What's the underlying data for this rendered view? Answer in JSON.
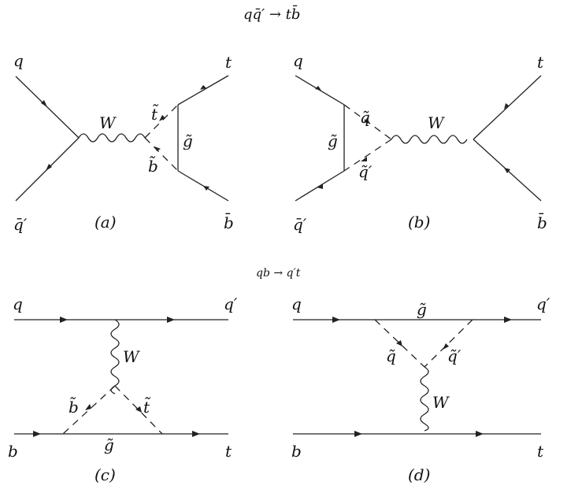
{
  "titles": {
    "top": "qq̄′ → tb̄",
    "bottom": "qb → q′t"
  },
  "diagram_a": {
    "caption": "(a)",
    "q": "q",
    "qbarprime": "q̄′",
    "W": "W",
    "stilde": "t̃",
    "sbtilde": "b̃",
    "gluino": "g̃",
    "t": "t",
    "bbar": "b̄"
  },
  "diagram_b": {
    "caption": "(b)",
    "q": "q",
    "qbarprime": "q̄′",
    "gluino": "g̃",
    "qtilde": "q̃",
    "qtildeprime": "q̃′",
    "W": "W",
    "t": "t",
    "bbar": "b̄"
  },
  "diagram_c": {
    "caption": "(c)",
    "q": "q",
    "qprime": "q′",
    "W": "W",
    "sbtilde": "b̃",
    "stilde": "t̃",
    "b": "b",
    "gluino": "g̃",
    "t": "t"
  },
  "diagram_d": {
    "caption": "(d)",
    "q": "q",
    "gluino": "g̃",
    "qprime": "q′",
    "qtilde": "q̃",
    "qtildeprime": "q̃′",
    "W": "W",
    "b": "b",
    "t": "t"
  }
}
